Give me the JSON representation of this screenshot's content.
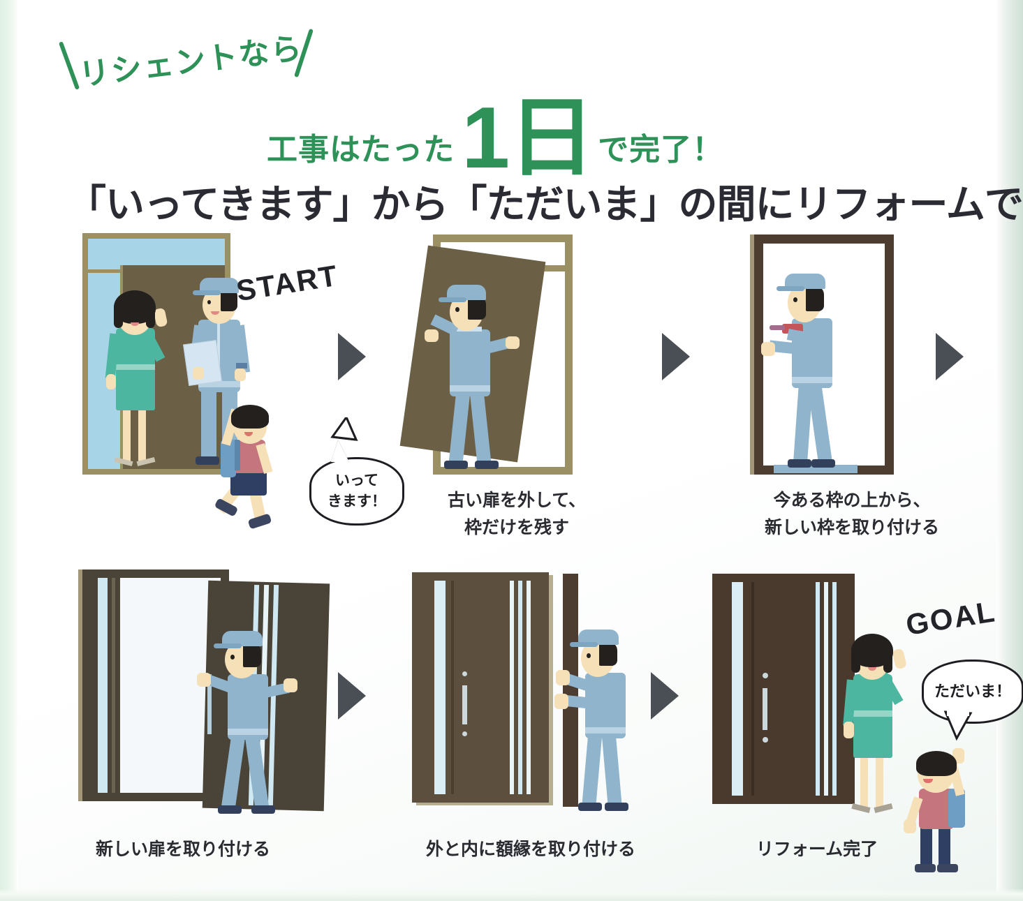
{
  "header": {
    "kicker": "リシェントなら",
    "line_prefix": "工事はたった",
    "big_number": "1日",
    "line_suffix": "で完了！",
    "subheadline": "「いってきます」から「ただいま」の間にリフォームできます。",
    "accent_color": "#2e9158",
    "text_color": "#2b2b33"
  },
  "flow": {
    "start_badge": "START",
    "goal_badge": "GOAL",
    "start_bubble": "いって\nきます！",
    "start_bubble_line1": "いって",
    "start_bubble_line2": "きます！",
    "goal_bubble": "ただいま！",
    "arrow_color": "#4a4f55",
    "steps": [
      {
        "index": 1,
        "caption_line1": "",
        "caption_line2": "",
        "badge": "START",
        "scene": "mother-worker-boy-at-old-door"
      },
      {
        "index": 2,
        "caption_line1": "古い扉を外して、",
        "caption_line2": "枠だけを残す",
        "scene": "worker-carrying-old-door"
      },
      {
        "index": 3,
        "caption_line1": "今ある枠の上から、",
        "caption_line2": "新しい枠を取り付ける",
        "scene": "worker-caulking-new-frame"
      },
      {
        "index": 4,
        "caption_line1": "新しい扉を取り付ける",
        "caption_line2": "",
        "scene": "worker-hanging-new-door"
      },
      {
        "index": 5,
        "caption_line1": "外と内に額縁を取り付ける",
        "caption_line2": "",
        "scene": "worker-fitting-trim"
      },
      {
        "index": 6,
        "caption_line1": "リフォーム完了",
        "caption_line2": "",
        "badge": "GOAL",
        "scene": "mother-and-boy-at-new-door"
      }
    ]
  },
  "palette": {
    "page_background": "#ffffff",
    "edge_tint": "#dfeee4",
    "old_door_brown": "#6b5f46",
    "old_frame_olive": "#9b9063",
    "glass_blue": "#a8d4e8",
    "new_door_dark": "#4a4438",
    "new_door_brown": "#5c4f3d",
    "uniform_blue": "#8fb4cc",
    "uniform_blue_dark": "#7fa6c1",
    "skin": "#f6e0b8",
    "hair_black": "#23201d",
    "dress_teal": "#4db6a0",
    "boy_shirt": "#c4757e",
    "boy_shorts": "#2f3f63",
    "backpack_blue": "#6f9ec4",
    "shoe_navy": "#3b4560",
    "caulk_red": "#c4565a"
  }
}
